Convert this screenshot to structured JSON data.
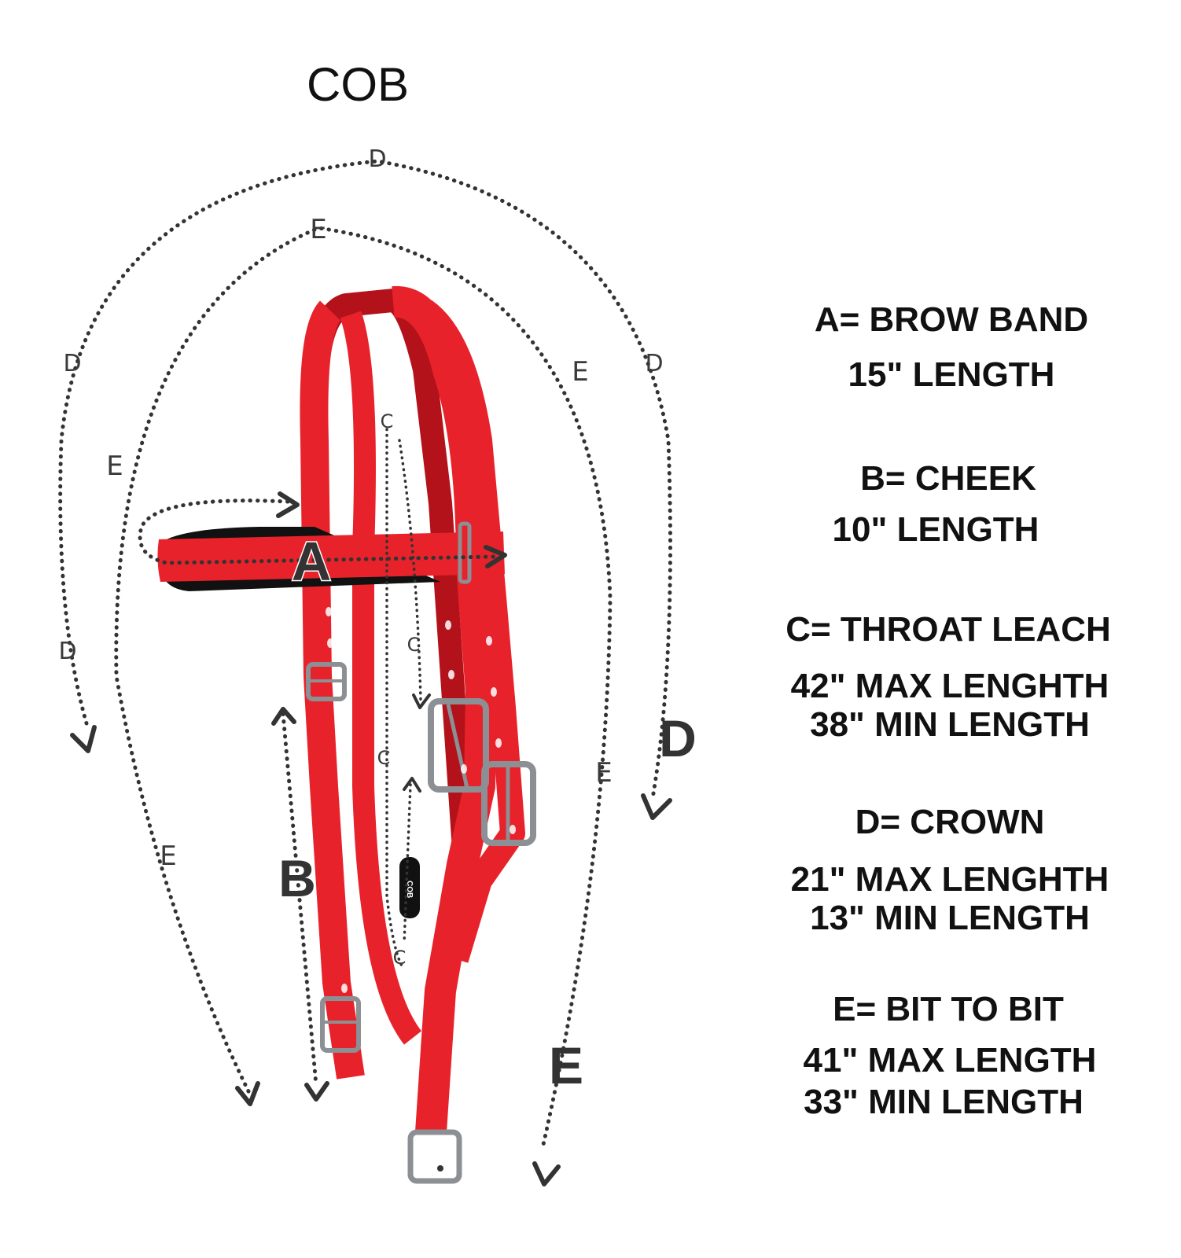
{
  "title": "COB",
  "tag_text": "COB",
  "colors": {
    "strap": "#e8222a",
    "strap_dark": "#b3121a",
    "strap_light": "#f24a4f",
    "buckle": "#8c8f93",
    "lining": "#111111",
    "annotation": "#333333",
    "text": "#111111"
  },
  "letters": {
    "a": "A",
    "b": "B",
    "c": "C",
    "d": "D",
    "e": "E"
  },
  "measurements": [
    {
      "heading": "A= BROW BAND",
      "lines": [
        "15\" LENGTH"
      ]
    },
    {
      "heading": "B= CHEEK",
      "lines": [
        "10\" LENGTH"
      ]
    },
    {
      "heading": "C= THROAT LEACH",
      "lines": [
        "42\" MAX LENGHTH",
        "38\" MIN LENGTH"
      ]
    },
    {
      "heading": "D= CROWN",
      "lines": [
        "21\" MAX LENGHTH",
        "13\" MIN LENGTH"
      ]
    },
    {
      "heading": "E= BIT TO BIT",
      "lines": [
        "41\" MAX LENGTH",
        "33\" MIN LENGTH"
      ]
    }
  ]
}
